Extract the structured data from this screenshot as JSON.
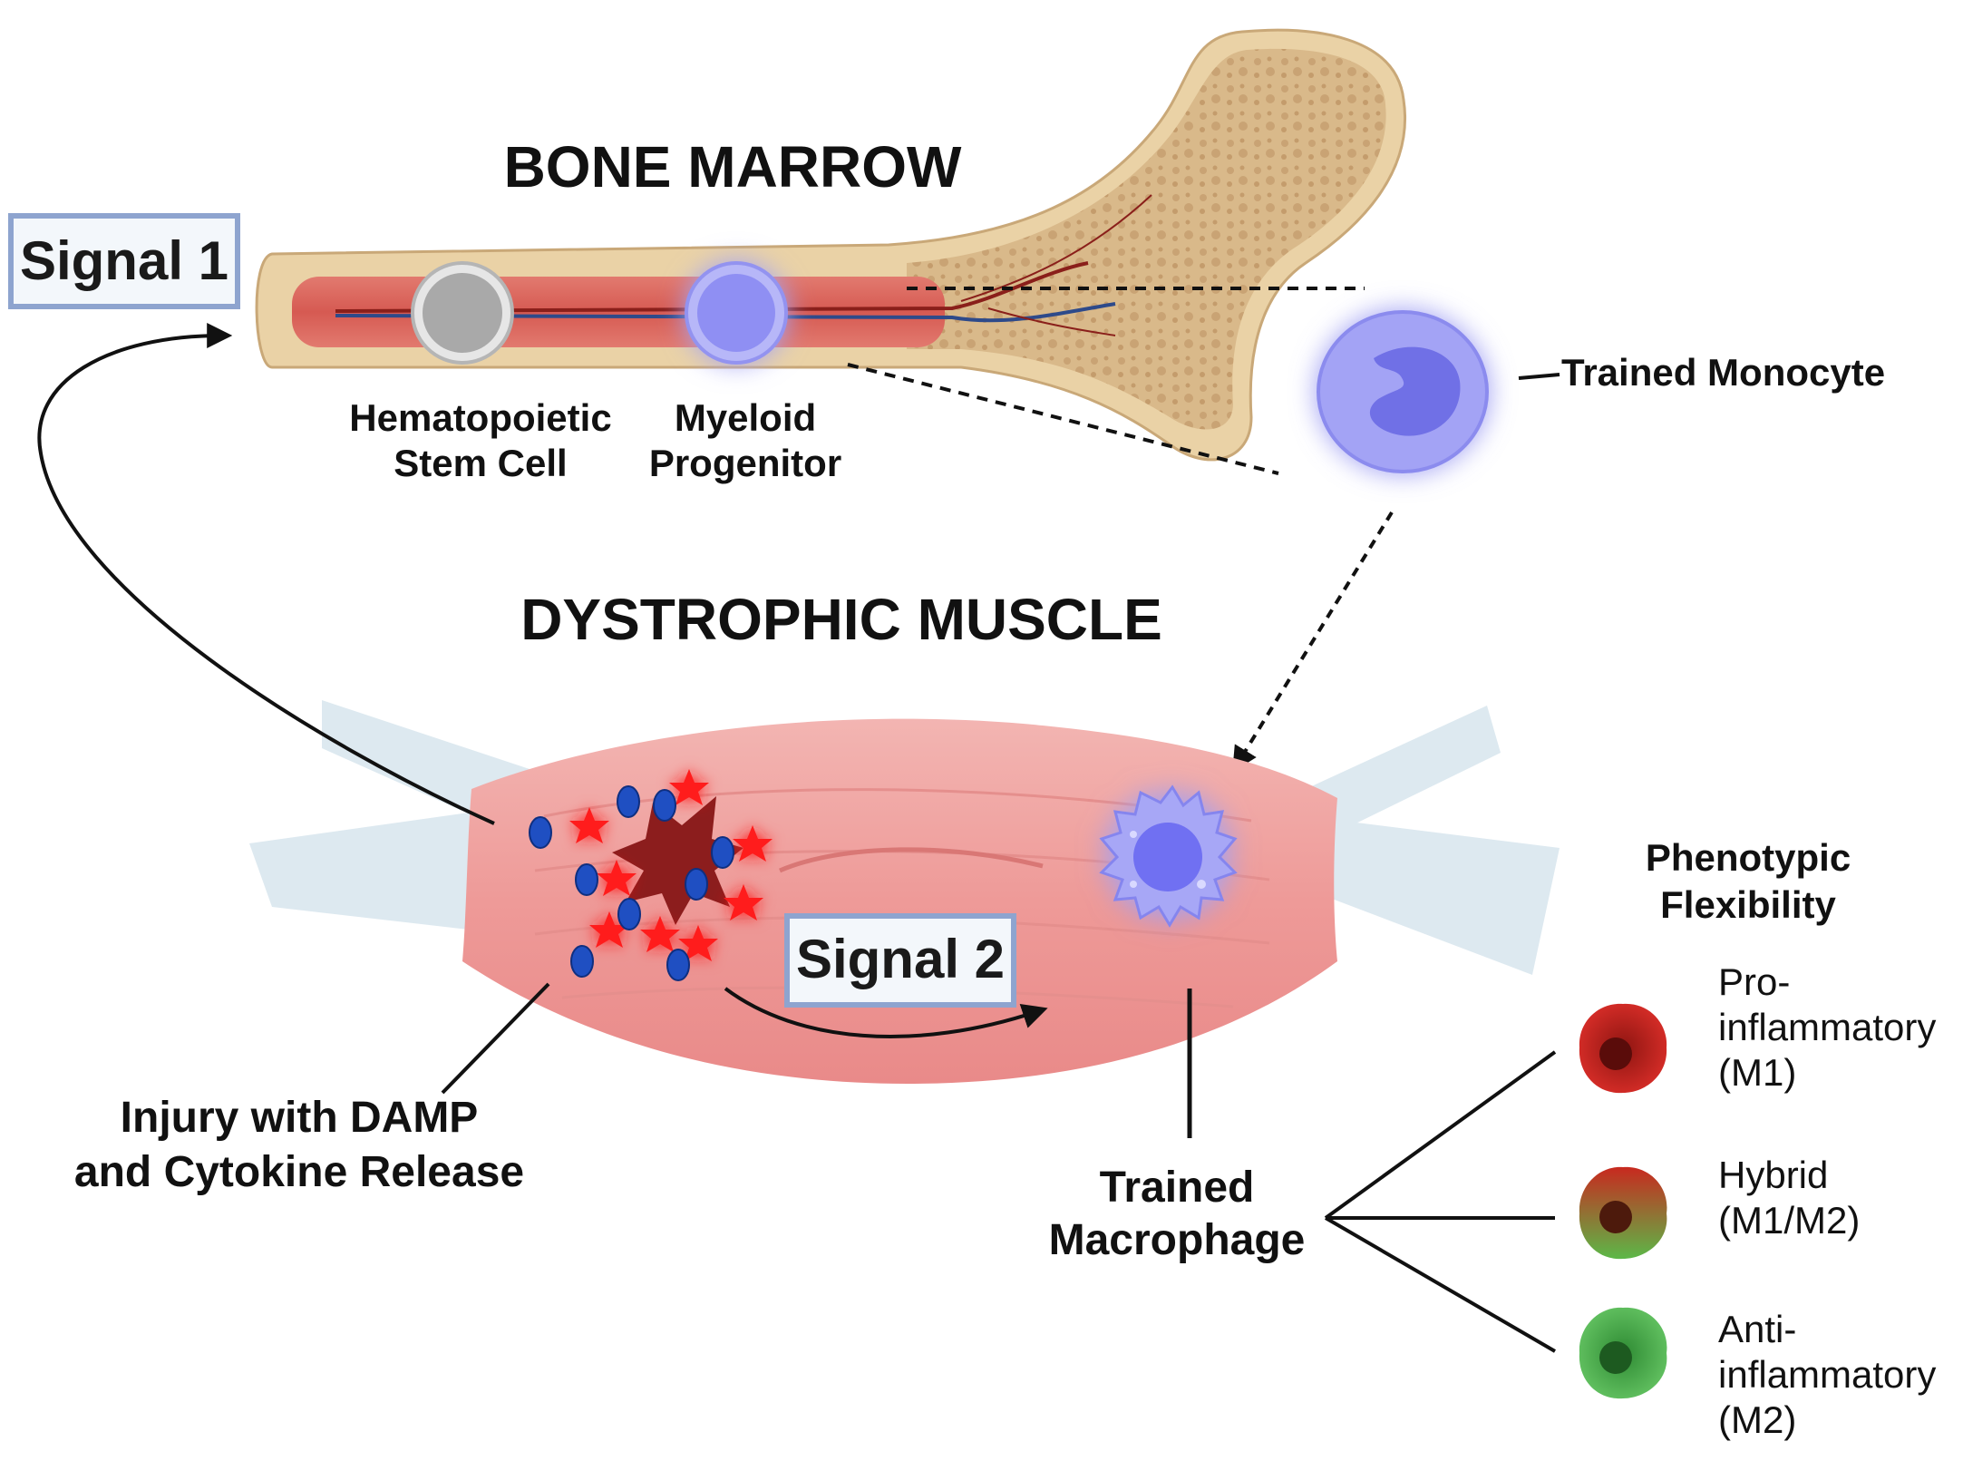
{
  "sections": {
    "bone_marrow": "BONE MARROW",
    "dystrophic_muscle": "DYSTROPHIC MUSCLE"
  },
  "signals": {
    "signal1": "Signal 1",
    "signal2": "Signal 2"
  },
  "bone_labels": {
    "hsc_line1": "Hematopoietic",
    "hsc_line2": "Stem Cell",
    "myeloid_line1": "Myeloid",
    "myeloid_line2": "Progenitor",
    "trained_monocyte": "Trained Monocyte"
  },
  "muscle_labels": {
    "injury_line1": "Injury with DAMP",
    "injury_line2": "and Cytokine Release",
    "macrophage_line1": "Trained",
    "macrophage_line2": "Macrophage"
  },
  "phenotypes": {
    "heading_line1": "Phenotypic",
    "heading_line2": "Flexibility",
    "m1_line1": "Pro-",
    "m1_line2": "inflammatory",
    "m1_line3": "(M1)",
    "hybrid_line1": "Hybrid",
    "hybrid_line2": "(M1/M2)",
    "m2_line1": "Anti-",
    "m2_line2": "inflammatory",
    "m2_line3": "(M2)"
  },
  "colors": {
    "bone": "#e9cfa3",
    "marrow": "#d9625a",
    "muscle": "#ef9e9c",
    "tendon": "#dbe8ef",
    "trained_cell": "#8f8ff3",
    "m1": "#c0231f",
    "m2": "#3fa544",
    "signal_border": "#8ea4cf"
  }
}
